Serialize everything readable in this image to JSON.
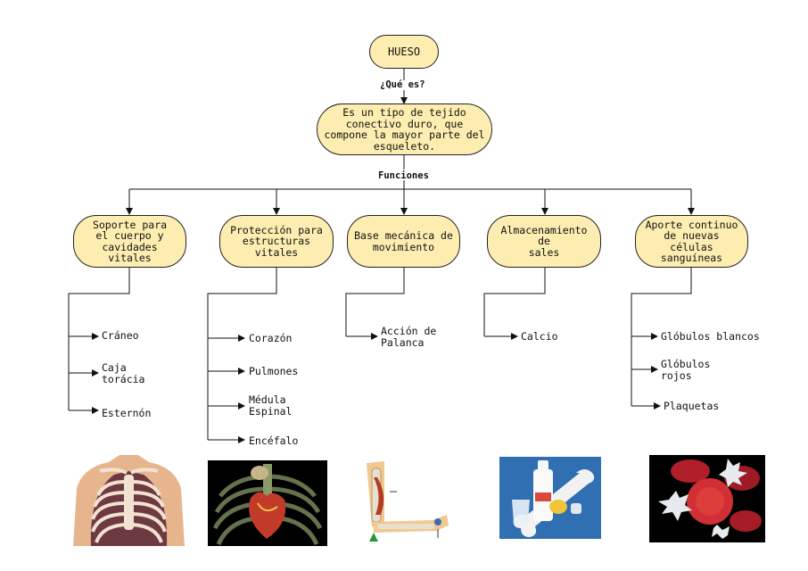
{
  "root": "HUESO",
  "question_label": "¿Qué es?",
  "definition": "Es un tipo de tejido\nconectivo duro, que\ncompone la mayor parte del\nesqueleto.",
  "functions_label": "Funciones",
  "functions": [
    {
      "label": "Soporte para\nel cuerpo y\ncavidades\nvitales",
      "items": [
        "Cráneo",
        "Caja\ntorácia",
        "Esternón"
      ],
      "image": "ribcage-torso"
    },
    {
      "label": "Protección para\nestructuras\nvitales",
      "items": [
        "Corazón",
        "Pulmones",
        "Médula\nEspinal",
        "Encéfalo"
      ],
      "image": "heart-in-ribcage"
    },
    {
      "label": "Base mecánica de\nmovimiento",
      "items": [
        "Acción de\nPalanca"
      ],
      "image": "arm-lever"
    },
    {
      "label": "Almacenamiento de\nsales",
      "items": [
        "Calcio"
      ],
      "image": "milk-bone-calcium"
    },
    {
      "label": "Aporte continuo\nde nuevas células\nsanguíneas",
      "items": [
        "Glóbulos blancos",
        "Glóbulos\nrojos",
        "Plaquetas"
      ],
      "image": "blood-cells"
    }
  ],
  "colors": {
    "node_fill": "#fdedb0",
    "stroke": "#222222"
  }
}
